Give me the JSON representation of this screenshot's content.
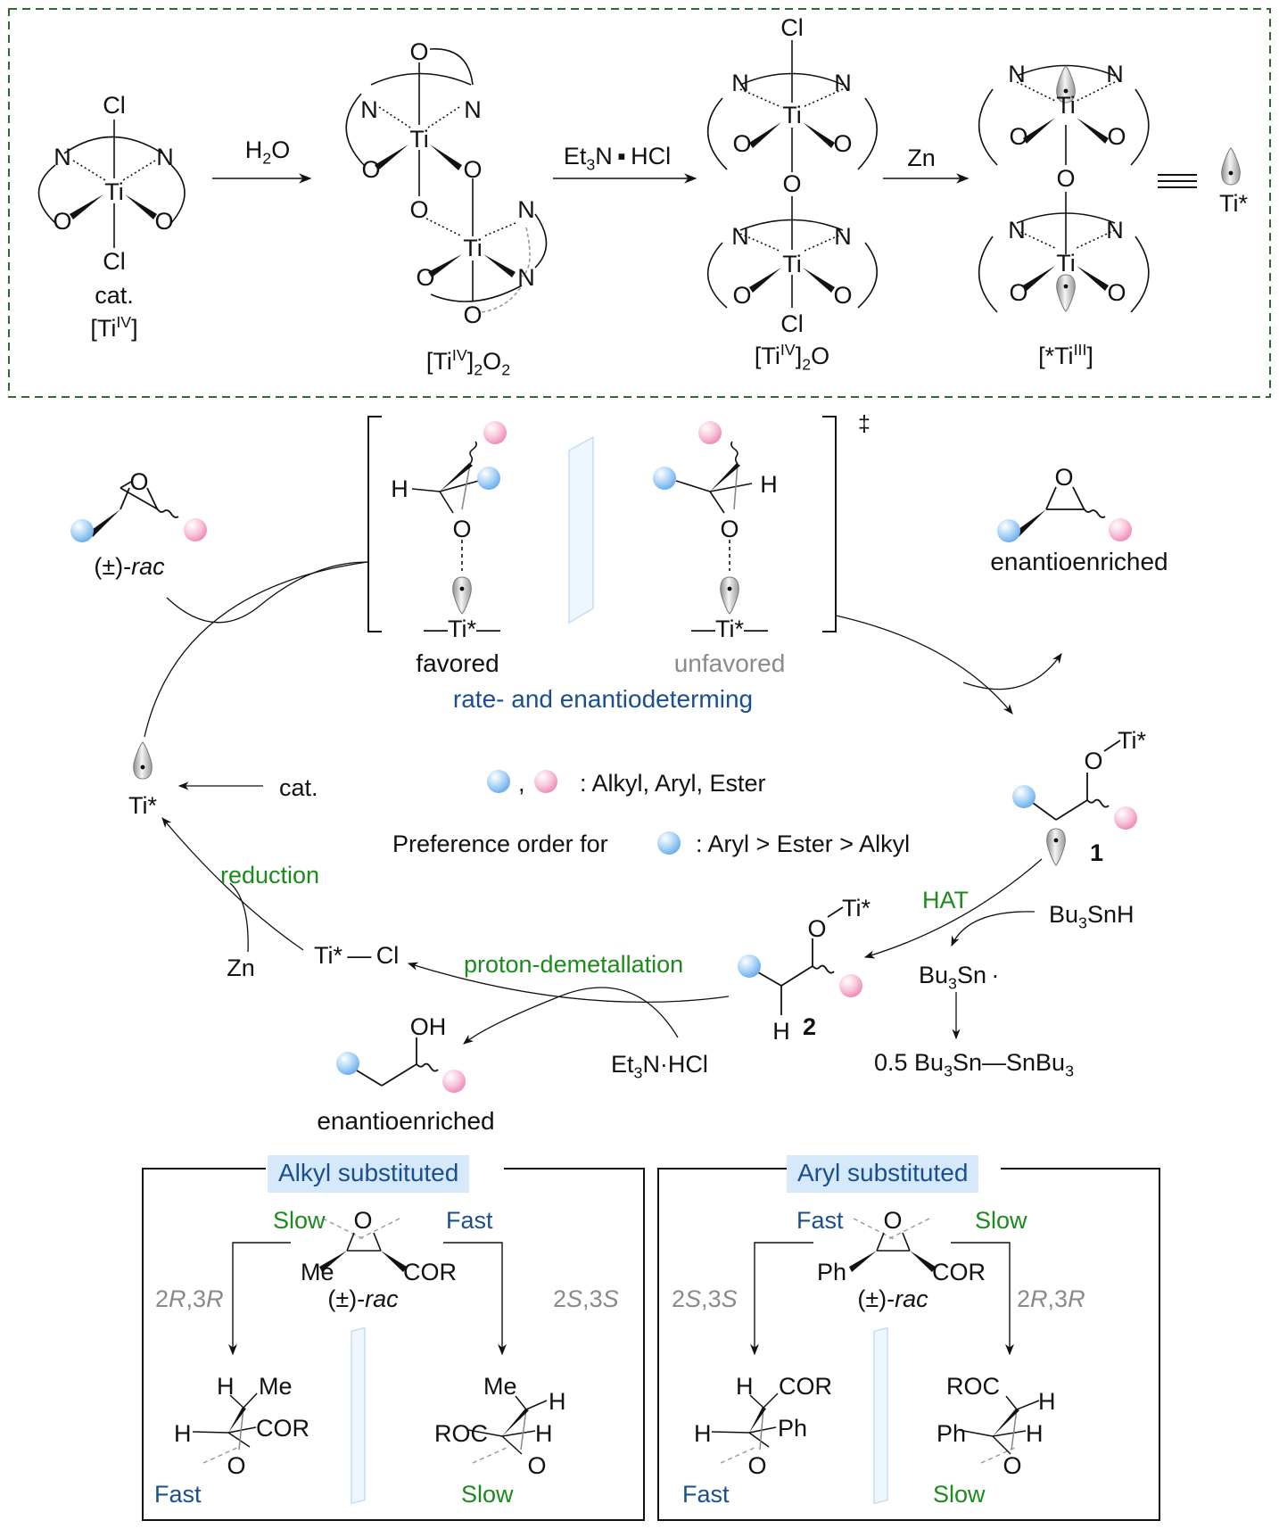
{
  "top_panel": {
    "compound_1": {
      "top_ligand": "Cl",
      "bottom_ligand": "Cl",
      "metal": "Ti",
      "donors_n": "N",
      "donors_o": "O",
      "label_line1": "cat.",
      "label_line2_base": "[Ti",
      "label_line2_sup": "IV",
      "label_line2_end": "]"
    },
    "step_1_reagent": {
      "base": "H",
      "sub": "2",
      "end": "O"
    },
    "compound_2": {
      "label_base": "[Ti",
      "label_sup": "IV",
      "label_mid": "]",
      "label_sub1": "2",
      "label_o": "O",
      "label_sub2": "2"
    },
    "step_2_reagent": {
      "base": "Et",
      "sub": "3",
      "end": "N ▪ HCl"
    },
    "compound_3": {
      "top_ligand": "Cl",
      "bottom_ligand": "Cl",
      "bridge": "O",
      "label_base": "[Ti",
      "label_sup": "IV",
      "label_mid": "]",
      "label_sub": "2",
      "label_end": "O"
    },
    "step_3_reagent": "Zn",
    "compound_4": {
      "bridge": "O",
      "label_base": "[*Ti",
      "label_sup": "III",
      "label_end": "]"
    },
    "equivalence_symbol": "≡",
    "ti_star": "Ti*"
  },
  "cycle": {
    "rac_label_pm": "(±)-",
    "rac_label_it": "rac",
    "ts_favored": {
      "h": "H",
      "o": "O",
      "ti": "—Ti*—",
      "label": "favored"
    },
    "ts_unfavored": {
      "h": "H",
      "o": "O",
      "ti": "—Ti*—",
      "label": "unfavored"
    },
    "double_dagger": "‡",
    "rate_label": "rate- and enantiodeterming",
    "enantioenriched_epoxide_label": "enantioenriched",
    "epoxide_o": "O",
    "intermediate_1": {
      "o": "O",
      "ti": "Ti*",
      "number": "1"
    },
    "ti_catalyst": "Ti*",
    "cat_label": "cat.",
    "legend_line": ": Alkyl, Aryl, Ester",
    "legend_comma": ",",
    "preference_prefix": "Preference order for",
    "preference_suffix": ": Aryl > Ester > Alkyl",
    "reduction_label": "reduction",
    "zn_label": "Zn",
    "ti_cl": "Ti* — Cl",
    "hat_label": "HAT",
    "bu3snh": {
      "base": "Bu",
      "sub": "3",
      "end": "SnH"
    },
    "intermediate_2": {
      "o": "O",
      "ti": "Ti*",
      "h": "H",
      "number": "2"
    },
    "proton_demetallation_label": "proton-demetallation",
    "bu3sn_radical": {
      "base": "Bu",
      "sub": "3",
      "end": "Sn ·"
    },
    "distannane": {
      "prefix": "0.5 Bu",
      "sub1": "3",
      "mid": "Sn—SnBu",
      "sub2": "3"
    },
    "et3n_hcl": {
      "base": "Et",
      "sub": "3",
      "end": "N·HCl"
    },
    "alcohol_oh": "OH",
    "alcohol_label": "enantioenriched"
  },
  "alkyl_box": {
    "title": "Alkyl substituted",
    "top_left_rate": "Slow",
    "top_right_rate": "Fast",
    "epoxide_o": "O",
    "left_group": "Me",
    "right_group": "COR",
    "rac_pm": "(±)-",
    "rac_it": "rac",
    "left_config": {
      "n1": "2",
      "l1": "R",
      "sep": ",",
      "n2": "3",
      "l2": "R"
    },
    "right_config": {
      "n1": "2",
      "l1": "S",
      "sep": ",",
      "n2": "3",
      "l2": "S"
    },
    "left_product": {
      "h_top": "H",
      "top_group": "Me",
      "h_left": "H",
      "right_group": "COR",
      "o": "O",
      "rate": "Fast"
    },
    "right_product": {
      "top_group": "Me",
      "h_top": "H",
      "left_group": "ROC",
      "h_right": "H",
      "o": "O",
      "rate": "Slow"
    }
  },
  "aryl_box": {
    "title": "Aryl substituted",
    "top_left_rate": "Fast",
    "top_right_rate": "Slow",
    "epoxide_o": "O",
    "left_group": "Ph",
    "right_group": "COR",
    "rac_pm": "(±)-",
    "rac_it": "rac",
    "left_config": {
      "n1": "2",
      "l1": "S",
      "sep": ",",
      "n2": "3",
      "l2": "S"
    },
    "right_config": {
      "n1": "2",
      "l1": "R",
      "sep": ",",
      "n2": "3",
      "l2": "R"
    },
    "left_product": {
      "h_top": "H",
      "top_group": "COR",
      "h_left": "H",
      "right_group": "Ph",
      "o": "O",
      "rate": "Fast"
    },
    "right_product": {
      "top_group": "ROC",
      "h_top": "H",
      "left_group": "Ph",
      "h_right": "H",
      "o": "O",
      "rate": "Slow"
    }
  },
  "colors": {
    "frame_dash": "#2e6b2e",
    "substituent_blue": "#8cc4f2",
    "substituent_pink": "#f6a9cc",
    "label_green": "#1c8a1c",
    "label_blue": "#1a4f8f",
    "label_gray": "#8a8a8a",
    "header_fill": "#d6e9fb",
    "mirror_fill": "#e8f3fd"
  }
}
